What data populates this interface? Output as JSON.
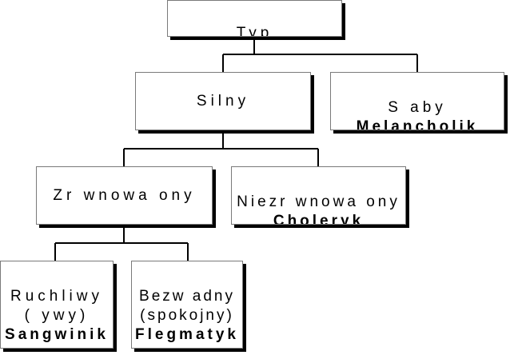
{
  "nodes": {
    "typ": {
      "label": "Typ"
    },
    "silny": {
      "label": "Silny"
    },
    "slaby": {
      "label": "S aby",
      "sublabel": "Melancholik"
    },
    "zrownowazony": {
      "label": "Zr wnowa ony"
    },
    "niezrownowazony": {
      "label": "Niezr wnowa ony",
      "sublabel": "Choleryk"
    },
    "ruchliwy": {
      "line1": "Ruchliwy",
      "line2": "( ywy)",
      "sublabel": "Sangwinik"
    },
    "bezwladny": {
      "line1": "Bezw adny",
      "line2": "(spokojny)",
      "sublabel": "Flegmatyk"
    }
  }
}
